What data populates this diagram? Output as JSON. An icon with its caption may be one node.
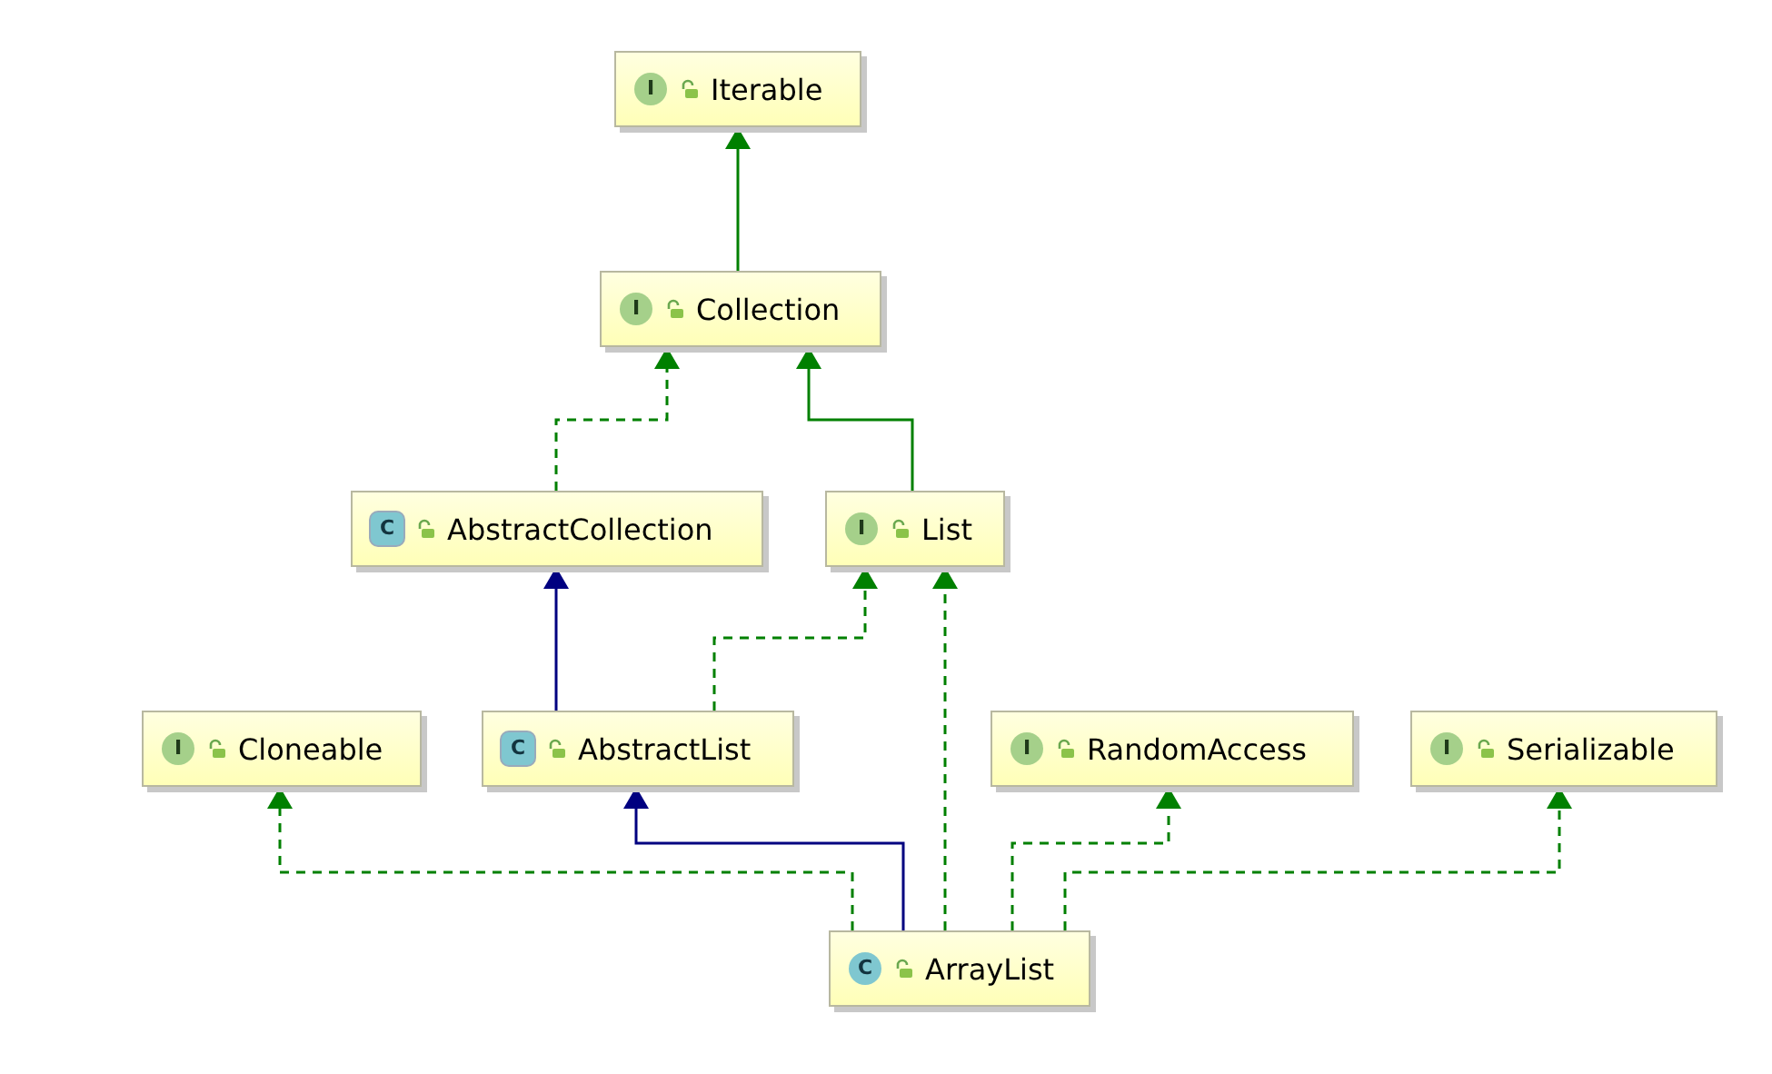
{
  "diagram": {
    "nodes": [
      {
        "text": [
          "I",
          "Iterable"
        ]
      },
      {
        "text": [
          "I",
          "Collection"
        ]
      },
      {
        "text": [
          "C",
          "AbstractCollection"
        ]
      },
      {
        "text": [
          "I",
          "List"
        ]
      },
      {
        "text": [
          "I",
          "Cloneable"
        ]
      },
      {
        "text": [
          "C",
          "AbstractList"
        ]
      },
      {
        "text": [
          "I",
          "RandomAccess"
        ]
      },
      {
        "text": [
          "I",
          "Serializable"
        ]
      },
      {
        "text": [
          "C",
          "ArrayList"
        ]
      }
    ],
    "edges": [
      {
        "from": 1,
        "to": 0,
        "arrow": "to"
      },
      {
        "from": 2,
        "to": 1,
        "arrow": "to",
        "style": "dashed"
      },
      {
        "from": 3,
        "to": 1,
        "arrow": "to"
      },
      {
        "from": 5,
        "to": 2,
        "arrow": "to",
        "color": "#000080"
      },
      {
        "from": 5,
        "to": 3,
        "arrow": "to",
        "style": "dashed"
      },
      {
        "from": 8,
        "to": 3,
        "arrow": "to",
        "style": "dashed"
      },
      {
        "from": 8,
        "to": 4,
        "arrow": "to",
        "style": "dashed"
      },
      {
        "from": 8,
        "to": 5,
        "arrow": "to",
        "color": "#000080"
      },
      {
        "from": 8,
        "to": 6,
        "arrow": "to",
        "style": "dashed"
      },
      {
        "from": 8,
        "to": 7,
        "arrow": "to",
        "style": "dashed"
      }
    ]
  }
}
